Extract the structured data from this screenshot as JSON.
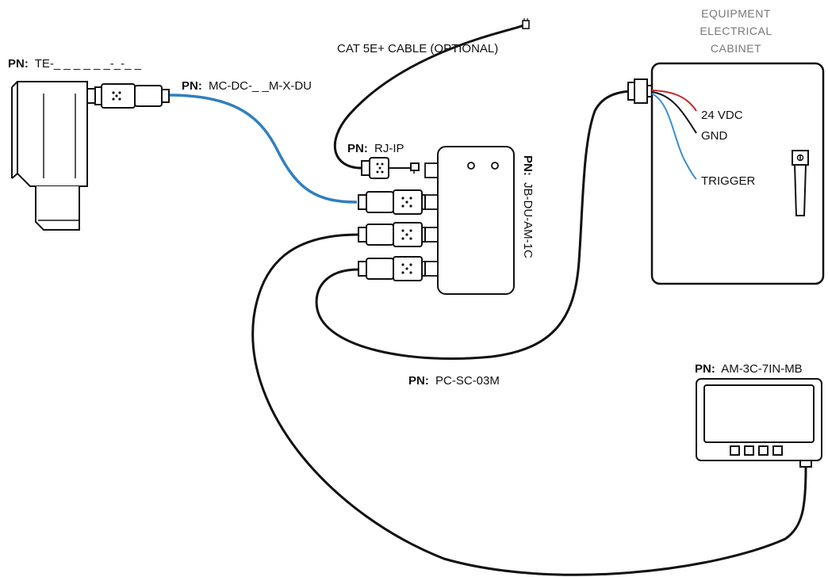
{
  "labels": {
    "camera_pn_prefix": "PN:",
    "camera_pn": "TE-_ _ _ _ _ _-_-_ _",
    "cable_pn_prefix": "PN:",
    "cable_pn": "MC-DC-_ _M-X-DU",
    "cat5_label": "CAT 5E+ CABLE (OPTIONAL)",
    "rj_pn_prefix": "PN:",
    "rj_pn": "RJ-IP",
    "junction_pn_prefix": "PN:",
    "junction_pn": "JB-DU-AM-1C",
    "power_cable_pn_prefix": "PN:",
    "power_cable_pn": "PC-SC-03M",
    "monitor_pn_prefix": "PN:",
    "monitor_pn": "AM-3C-7IN-MB"
  },
  "cabinet": {
    "title_line1": "EQUIPMENT",
    "title_line2": "ELECTRICAL",
    "title_line3": "CABINET",
    "wire_24vdc": "24 VDC",
    "wire_gnd": "GND",
    "wire_trigger": "TRIGGER"
  },
  "colors": {
    "line": "#111111",
    "camera_cable": "#2f7fbf",
    "wire_red": "#c0272d",
    "wire_blue": "#3b8fd1",
    "cabinet_title": "#777777"
  }
}
